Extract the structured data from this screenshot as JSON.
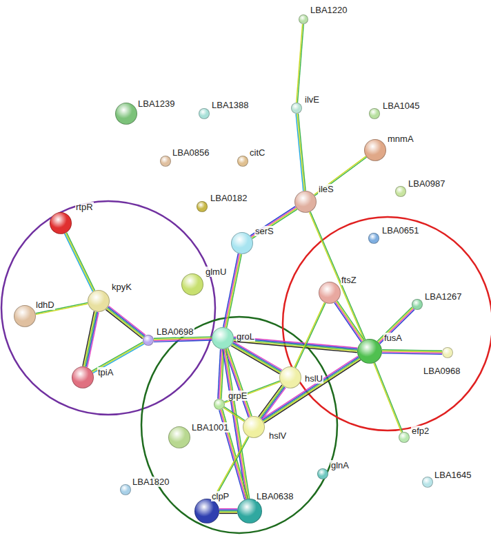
{
  "diagram": {
    "nodes": [
      {
        "text": [
          "LBA1220"
        ]
      },
      {
        "text": [
          "ilvE"
        ]
      },
      {
        "text": [
          "LBA1239"
        ]
      },
      {
        "text": [
          "LBA1388"
        ]
      },
      {
        "text": [
          "LBA1045"
        ]
      },
      {
        "text": [
          "mnmA"
        ]
      },
      {
        "text": [
          "LBA0856"
        ]
      },
      {
        "text": [
          "citC"
        ]
      },
      {
        "text": [
          "LBA0987"
        ]
      },
      {
        "text": [
          "ileS"
        ]
      },
      {
        "text": [
          "LBA0182"
        ]
      },
      {
        "text": [
          "rtpR"
        ]
      },
      {
        "text": [
          "serS"
        ]
      },
      {
        "text": [
          "LBA0651"
        ]
      },
      {
        "text": [
          "glmU"
        ]
      },
      {
        "text": [
          "ftsZ"
        ]
      },
      {
        "text": [
          "LBA1267"
        ]
      },
      {
        "text": [
          "kpyK"
        ]
      },
      {
        "text": [
          "ldhD"
        ]
      },
      {
        "text": [
          "LBA0698"
        ]
      },
      {
        "text": [
          "groL"
        ]
      },
      {
        "text": [
          "fusA"
        ]
      },
      {
        "text": [
          "LBA0968"
        ]
      },
      {
        "text": [
          "hslU"
        ]
      },
      {
        "text": [
          "tpiA"
        ]
      },
      {
        "text": [
          "grpE"
        ]
      },
      {
        "text": [
          "hslV"
        ]
      },
      {
        "text": [
          "LBA1001"
        ]
      },
      {
        "text": [
          "efp2"
        ]
      },
      {
        "text": [
          "glnA"
        ]
      },
      {
        "text": [
          "LBA1645"
        ]
      },
      {
        "text": [
          "LBA1820"
        ]
      },
      {
        "text": [
          "clpP"
        ]
      },
      {
        "text": [
          "LBA0638"
        ]
      }
    ],
    "edges": [
      {
        "from": 0,
        "to": 1,
        "arrow": "none"
      },
      {
        "from": 1,
        "to": 9,
        "arrow": "none"
      },
      {
        "from": 5,
        "to": 9,
        "arrow": "none"
      },
      {
        "from": 9,
        "to": 12,
        "arrow": "none"
      },
      {
        "from": 9,
        "to": 21,
        "arrow": "none"
      },
      {
        "from": 12,
        "to": 20,
        "arrow": "none"
      },
      {
        "from": 11,
        "to": 17,
        "arrow": "none"
      },
      {
        "from": 18,
        "to": 17,
        "arrow": "none"
      },
      {
        "from": 17,
        "to": 24,
        "arrow": "none"
      },
      {
        "from": 17,
        "to": 19,
        "arrow": "none"
      },
      {
        "from": 24,
        "to": 19,
        "arrow": "none"
      },
      {
        "from": 19,
        "to": 20,
        "arrow": "none"
      },
      {
        "from": 20,
        "to": 21,
        "arrow": "none"
      },
      {
        "from": 20,
        "to": 23,
        "arrow": "none"
      },
      {
        "from": 20,
        "to": 25,
        "arrow": "none"
      },
      {
        "from": 20,
        "to": 26,
        "arrow": "none"
      },
      {
        "from": 20,
        "to": 33,
        "arrow": "none"
      },
      {
        "from": 25,
        "to": 23,
        "arrow": "none"
      },
      {
        "from": 25,
        "to": 26,
        "arrow": "none"
      },
      {
        "from": 25,
        "to": 33,
        "arrow": "none"
      },
      {
        "from": 23,
        "to": 26,
        "arrow": "none"
      },
      {
        "from": 15,
        "to": 23,
        "arrow": "none"
      },
      {
        "from": 26,
        "to": 21,
        "arrow": "none"
      },
      {
        "from": 26,
        "to": 32,
        "arrow": "none"
      },
      {
        "from": 32,
        "to": 33,
        "arrow": "none"
      },
      {
        "from": 15,
        "to": 21,
        "arrow": "none"
      },
      {
        "from": 21,
        "to": 16,
        "arrow": "none"
      },
      {
        "from": 21,
        "to": 22,
        "arrow": "none"
      },
      {
        "from": 21,
        "to": 28,
        "arrow": "none"
      }
    ]
  }
}
